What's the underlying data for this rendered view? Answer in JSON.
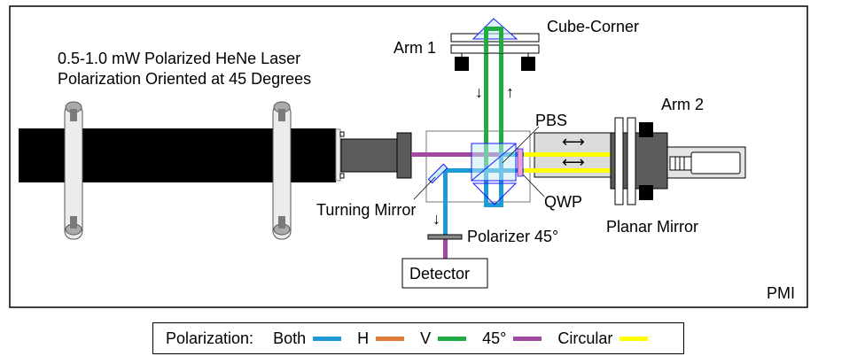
{
  "diagram": {
    "type": "Plane Mirror Interferometer (PMI) schematic",
    "corner_label": "PMI",
    "laser_label_line1": "0.5-1.0 mW Polarized HeNe Laser",
    "laser_label_line2": "Polarization Oriented at 45 Degrees",
    "labels": {
      "arm1": "Arm 1",
      "cube_corner": "Cube-Corner",
      "pbs": "PBS",
      "qwp": "QWP",
      "arm2": "Arm 2",
      "planar_mirror": "Planar Mirror",
      "turning_mirror": "Turning Mirror",
      "polarizer": "Polarizer 45°",
      "detector": "Detector"
    },
    "arrows": {
      "arm1_down": "↓",
      "arm1_up": "↑",
      "arm2_top": "⟷",
      "arm2_mid": "⟷",
      "to_detector": "↓"
    }
  },
  "legend": {
    "title": "Polarization:",
    "items": [
      {
        "label": "Both",
        "color": "#1e9ad6"
      },
      {
        "label": "H",
        "color": "#e07b39"
      },
      {
        "label": "V",
        "color": "#22aa44"
      },
      {
        "label": "45°",
        "color": "#a04aa0"
      },
      {
        "label": "Circular",
        "color": "#ffff00"
      }
    ]
  },
  "colors": {
    "both": "#1e9ad6",
    "v": "#22aa44",
    "deg45": "#a04aa0",
    "circular": "#ffff00",
    "laser_body": "#000000",
    "gray_metal": "#5a5a5a",
    "optic_glass": "#c8eef8",
    "optic_edge": "#1a1aff",
    "qwp": "#f4a0c8"
  }
}
